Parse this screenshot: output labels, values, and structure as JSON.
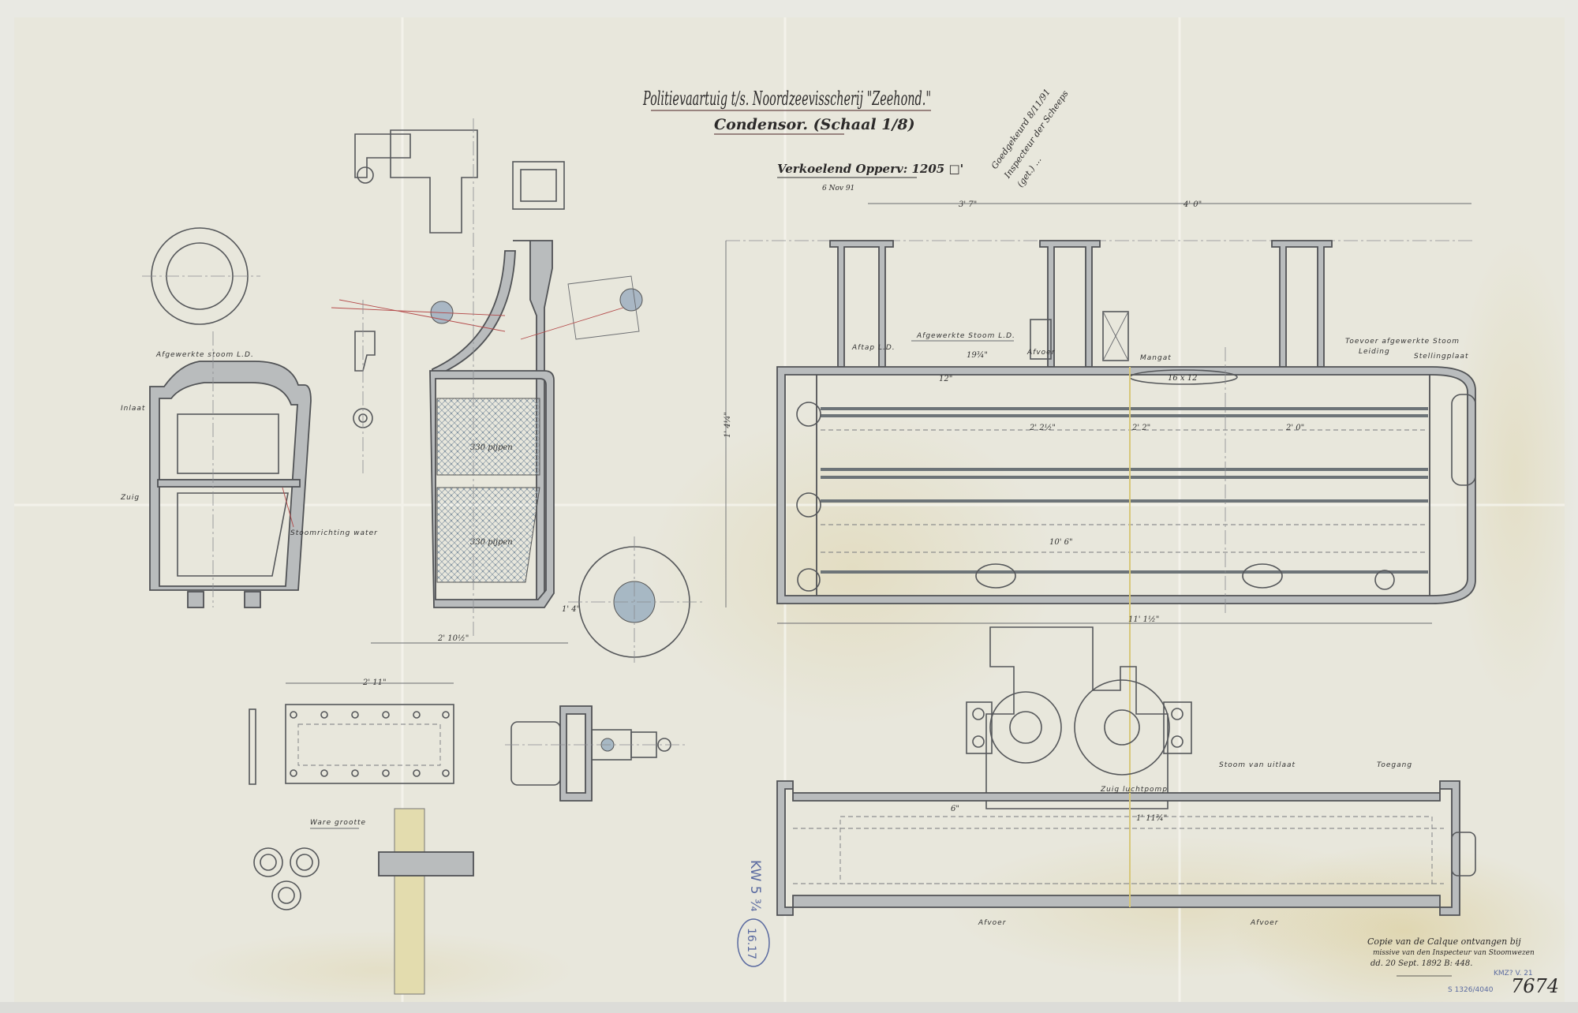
{
  "title": {
    "line1": "Politievaartuig t/s. Noordzeevisscherij \"Zeehond.\"",
    "line2": "Condensor. (Schaal 1/8)",
    "surface": "Verkoelend Opperv: 1205 □'",
    "date": "6 Nov 91"
  },
  "signature": [
    "Goedgekeurd 8/11/91",
    "Inspecteur der Scheeps",
    "(get.) ..."
  ],
  "labels": {
    "afgewerkte_stoom": "Afgewerkte Stoom L.D.",
    "aftap": "Aftap L.D.",
    "afgewerkte_stoom_left": "Afgewerkte stoom L.D.",
    "inlaat": "Inlaat",
    "zuig": "Zuig",
    "afvoer": "Afvoer",
    "mangat": "Mangat",
    "mangat_size": "16 x 12",
    "toevoer": "Toevoer afgewerkte Stoom",
    "leiding": "Leiding",
    "stellingplaat": "Stellingplaat",
    "stoomrichting": "Stoomrichting water",
    "ware_grootte": "Ware grootte",
    "zuig_luchtpomp": "Zuig luchtpomp",
    "stoom_uitlaat": "Stoom van uitlaat",
    "toegang": "Toegang",
    "afvoer_bottom_1": "Afvoer",
    "afvoer_bottom_2": "Afvoer",
    "tube_nest_1": "330 pijpen",
    "tube_nest_2": "330 pijpen"
  },
  "dimensions": {
    "top_3_7": "3' 7\"",
    "top_4_0": "4' 0\"",
    "len_11_1": "11' 1½\"",
    "len_10_6": "10' 6\"",
    "h_1_4": "1' 4¼\"",
    "d_19_34": "19¾\"",
    "d_12": "12\"",
    "d_2_0": "2' 0\"",
    "d_2_2": "2' 2\"",
    "d_2_2b": "2' 2½\"",
    "d_1_4": "1' 4\"",
    "d_2_11": "2' 11\"",
    "d_1_11": "1' 11¾\"",
    "d_6": "6\"",
    "d_2_10": "2' 10½\""
  },
  "notes": {
    "copy_note": [
      "Copie van de Calque ontvangen bij",
      "missive van den Inspecteur van Stoomwezen",
      "dd. 20 Sept. 1892 B: 448."
    ],
    "archive_pencil": "KW 5 ¾",
    "archive_oval": "16.17",
    "archive_ref": "KMZ? V. 21",
    "archive_num": "S 1326/4040",
    "archive_big": "7674"
  },
  "colors": {
    "paper": "#e9e8df",
    "ink": "#505255",
    "fill": "#b9bcbd",
    "tube": "#a7b8c4",
    "yellow": "#e3dcae"
  }
}
